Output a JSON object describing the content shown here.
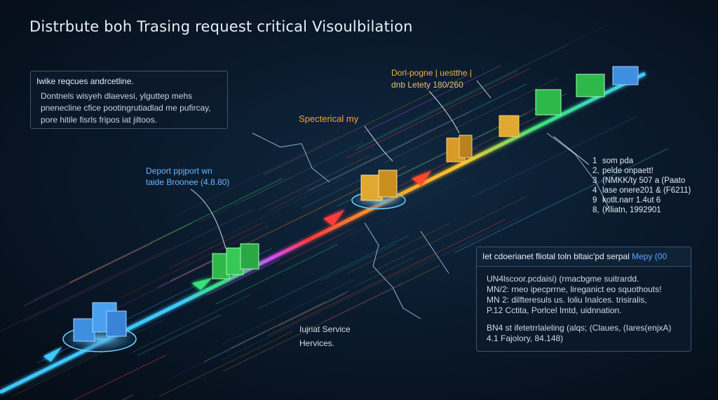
{
  "title": "Distrbute boh Trasing request critical Visoulbilation",
  "panel_top": {
    "heading": "Iwike reqcues andrcetline.",
    "lines": [
      "Dontnels wisyeh dlaevesi, ylguttep mehs",
      "pnenecline cfice pootingrutiadlad me pufircay,",
      "pore hitile fisrls fripos iat jiltoos."
    ]
  },
  "label_yellow": {
    "line1": "Dorl-pogne | uestthe |",
    "line2": "dnb Letety 180/260"
  },
  "label_spec": "Specterical my",
  "label_blue": {
    "line1": "Deport ppjport wn",
    "line2": "taide Broonee (4.8.80)"
  },
  "label_service": {
    "line1": "Iujriat Service",
    "line2": "Hervices."
  },
  "list_right": [
    {
      "n": "1",
      "text": "som pda"
    },
    {
      "n": "2,",
      "text": "pelde onpaett!"
    },
    {
      "n": "3",
      "text": "(NMKK/ty 507 a (Paato"
    },
    {
      "n": "4",
      "text": "lase onere201 & (F6211)"
    },
    {
      "n": "9",
      "text": "kotlt.narr 1.4ut 6"
    },
    {
      "n": "8,",
      "text": "(Kliatn, 1992901"
    }
  ],
  "panel_bottom": {
    "heading": "Iet cdoerianet fliotal toln bltaic'pd serpal",
    "heading_accent": "Mepy (00",
    "lines": [
      "UN4lscoor.pcdaisi) (rmacbgme suitrardd.",
      "MN/2: rneo ipecprrne, lireganict eo squothouts!",
      "MN 2: dilfteresuls us. loliu Inalces. trisiralis,",
      "P.12 Cctita, Porlcel Imtd, uidnnation."
    ],
    "lines2": [
      "BN4 st ifetetrrlaleling (alqs; (Claues, (Iares(enjxA)",
      "4.1 Fajolory, 84.148)"
    ]
  },
  "colors": {
    "background": "#0a1a2c",
    "trace_cyan": "#3ec8ff",
    "trace_green": "#39e07a",
    "trace_magenta": "#d04cff",
    "trace_red": "#ff3a3a",
    "trace_orange": "#ff9a2a",
    "trace_yellow": "#f5c530",
    "node_blue": "#3f8fe0",
    "node_green": "#2fb84a",
    "node_gold": "#e0a830",
    "label_orange": "#f2a23c",
    "label_blue": "#6bb6ff"
  }
}
